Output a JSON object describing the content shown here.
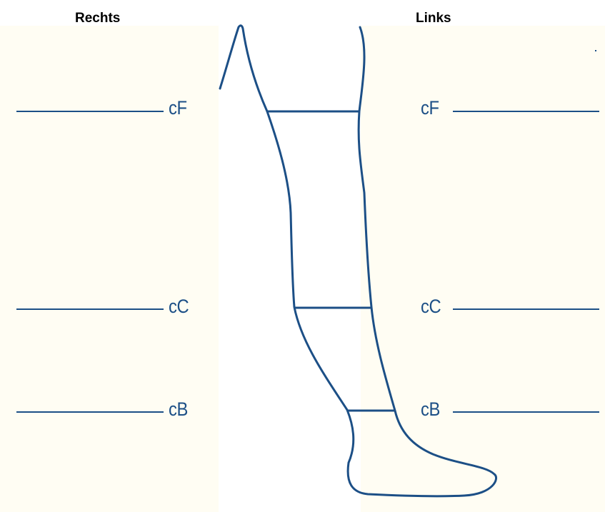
{
  "headings": {
    "right_side": "Rechts",
    "left_side": "Links"
  },
  "levels": [
    {
      "id": "cF",
      "label": "cF"
    },
    {
      "id": "cC",
      "label": "cC"
    },
    {
      "id": "cB",
      "label": "cB"
    }
  ],
  "colors": {
    "ink": "#1c4f86",
    "panel_background": "#fffdf3"
  }
}
